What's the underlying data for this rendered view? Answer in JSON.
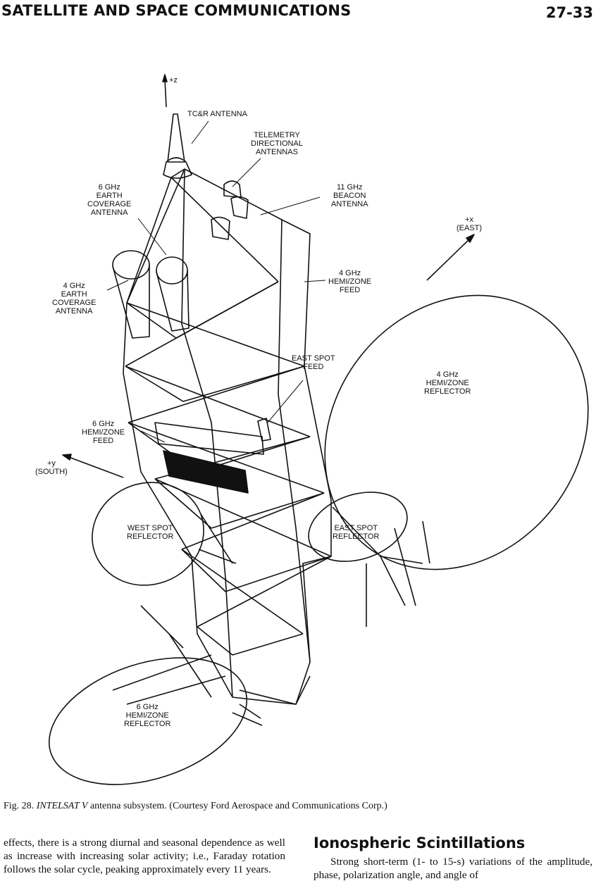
{
  "header": {
    "running_head": "SATELLITE AND SPACE COMMUNICATIONS",
    "page_number": "27-33"
  },
  "figure": {
    "labels": {
      "z_axis": "+z",
      "tcr_antenna": "TC&R ANTENNA",
      "telemetry": "TELEMETRY\nDIRECTIONAL\nANTENNAS",
      "earth6": "6 GHz\nEARTH\nCOVERAGE\nANTENNA",
      "beacon11": "11 GHz\nBEACON\nANTENNA",
      "x_axis": "+x\n(EAST)",
      "earth4": "4 GHz\nEARTH\nCOVERAGE\nANTENNA",
      "hemi4_feed": "4 GHz\nHEMI/ZONE\nFEED",
      "east_spot_feed": "EAST SPOT\nFEED",
      "hemi4_reflector": "4 GHz\nHEMI/ZONE\nREFLECTOR",
      "hemi6_feed": "6 GHz\nHEMI/ZONE\nFEED",
      "y_axis": "+y\n(SOUTH)",
      "west_spot_reflector": "WEST SPOT\nREFLECTOR",
      "east_spot_reflector": "EAST SPOT\nREFLECTOR",
      "hemi6_reflector": "6 GHz\nHEMI/ZONE\nREFLECTOR"
    },
    "caption_prefix": "Fig. 28. ",
    "caption_italic": "INTELSAT V",
    "caption_rest": " antenna subsystem. (Courtesy Ford Aerospace and Communications Corp.)"
  },
  "body": {
    "left_paragraph": "effects, there is a strong diurnal and seasonal dependence as well as increase with increasing solar activity; i.e., Faraday rotation follows the solar cycle, peaking approximately every 11 years.",
    "right_heading": "Ionospheric Scintillations",
    "right_paragraph": "Strong short-term (1- to 15-s) variations of the amplitude, phase, polarization angle, and angle of"
  }
}
